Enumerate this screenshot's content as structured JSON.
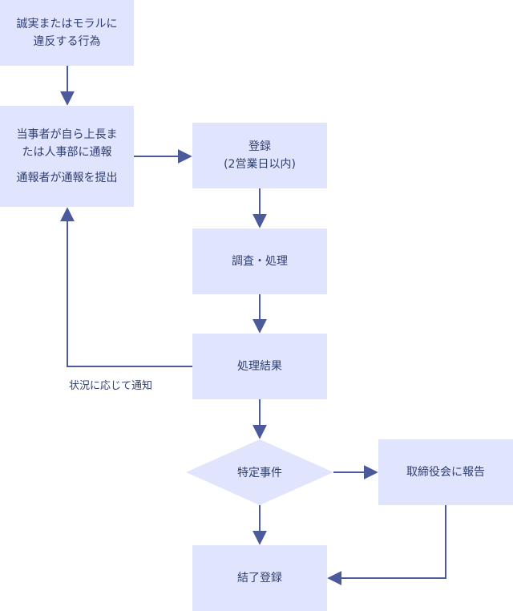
{
  "nodes": {
    "report": {
      "line1": "誠実またはモラルに",
      "line2": "違反する行為"
    },
    "notify": {
      "line1": "当事者が自ら上長ま",
      "line2": "たは人事部に通報",
      "line3": "通報者が通報を提出"
    },
    "register": {
      "line1": "登録",
      "line2": "(2営業日以内)"
    },
    "investigate": {
      "label": "調査・処理"
    },
    "result": {
      "label": "処理結果"
    },
    "decision": {
      "label": "特定事件"
    },
    "board": {
      "label": "取締役会に報告"
    },
    "close": {
      "label": "結了登録"
    }
  },
  "edges": {
    "feedback_label": "状況に応じて通知"
  },
  "colors": {
    "node_fill": "#e0e4fc",
    "arrow": "#4a5a9a",
    "text": "#2f3f72"
  }
}
